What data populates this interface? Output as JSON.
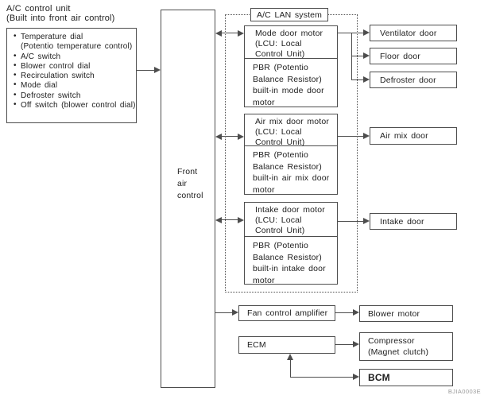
{
  "colors": {
    "ink": "#4d4d4d",
    "text": "#1d1d1d",
    "paper": "#ffffff",
    "wm": "#9a9a9a"
  },
  "header": {
    "title": "A/C control unit\n(Built into front air control)"
  },
  "control_unit": {
    "items": [
      "Temperature dial\n(Potentio temperature control)",
      "A/C switch",
      "Blower control dial",
      "Recirculation switch",
      "Mode dial",
      "Defroster switch",
      "Off switch (blower control dial)"
    ]
  },
  "front_air_control": {
    "label": "Front\nair\ncontrol"
  },
  "lan_system": {
    "label": "A/C LAN system",
    "mode_door_motor": {
      "title": "Mode door motor\n(LCU: Local\nControl Unit)",
      "pbr": "PBR (Potentio\nBalance Resistor)\nbuilt-in mode door\nmotor"
    },
    "air_mix_door_motor": {
      "title": "Air mix door motor\n(LCU: Local\nControl Unit)",
      "pbr": "PBR (Potentio\nBalance Resistor)\nbuilt-in air mix door\nmotor"
    },
    "intake_door_motor": {
      "title": "Intake door motor\n(LCU: Local\nControl Unit)",
      "pbr": "PBR (Potentio\nBalance Resistor)\nbuilt-in intake door\nmotor"
    }
  },
  "doors": {
    "ventilator": "Ventilator door",
    "floor": "Floor door",
    "defroster": "Defroster door",
    "air_mix": "Air mix door",
    "intake": "Intake door"
  },
  "lower": {
    "fan_control_amplifier": "Fan control amplifier",
    "blower_motor": "Blower motor",
    "ecm": "ECM",
    "compressor": "Compressor\n(Magnet clutch)",
    "bcm": "BCM"
  },
  "footer": {
    "figure_code": "BJIA0003E"
  }
}
